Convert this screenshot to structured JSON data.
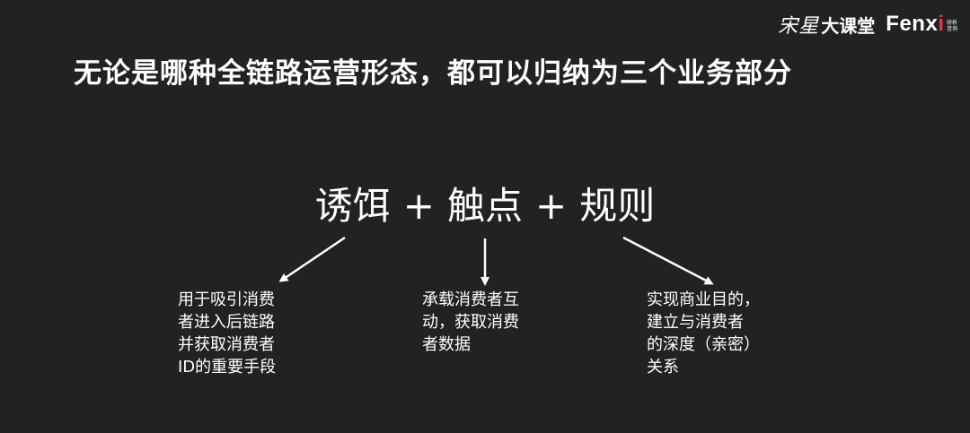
{
  "logo": {
    "script_text": "宋星",
    "bold_text": "大课堂",
    "fenx_text": "Fenx",
    "i_text": "i",
    "sub_line1": "纷析",
    "sub_line2": "咨询",
    "accent_color": "#e8364a"
  },
  "headline": "无论是哪种全链路运营形态，都可以归纳为三个业务部分",
  "formula": {
    "term1": "诱饵",
    "plus1": "+",
    "term2": "触点",
    "plus2": "+",
    "term3": "规则"
  },
  "descriptions": {
    "bait": "用于吸引消费\n者进入后链路\n并获取消费者\nID的重要手段",
    "touch": "承载消费者互\n动，获取消费\n者数据",
    "rules": "实现商业目的，\n建立与消费者\n的深度（亲密）\n关系"
  },
  "colors": {
    "background": "#222222",
    "text": "#ffffff"
  }
}
